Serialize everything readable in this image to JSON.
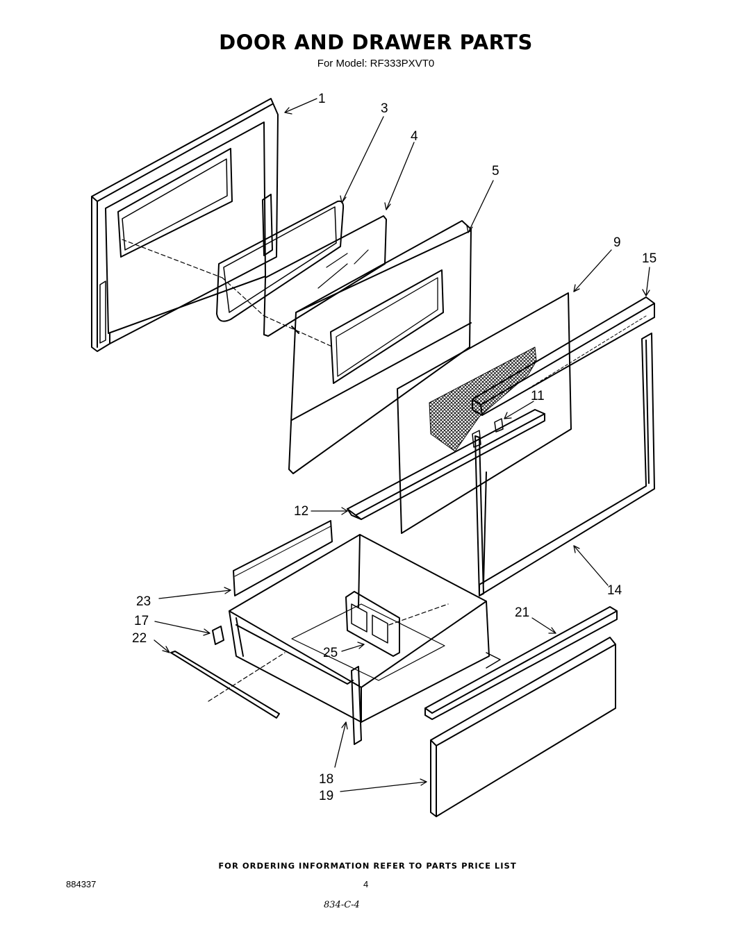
{
  "title": "DOOR AND DRAWER PARTS",
  "subtitle": "For Model: RF333PXVT0",
  "callouts": [
    {
      "id": "1",
      "label": "1"
    },
    {
      "id": "3",
      "label": "3"
    },
    {
      "id": "4",
      "label": "4"
    },
    {
      "id": "5",
      "label": "5"
    },
    {
      "id": "9",
      "label": "9"
    },
    {
      "id": "15",
      "label": "15"
    },
    {
      "id": "11",
      "label": "11"
    },
    {
      "id": "12",
      "label": "12"
    },
    {
      "id": "14",
      "label": "14"
    },
    {
      "id": "23",
      "label": "23"
    },
    {
      "id": "17",
      "label": "17"
    },
    {
      "id": "22",
      "label": "22"
    },
    {
      "id": "21",
      "label": "21"
    },
    {
      "id": "25",
      "label": "25"
    },
    {
      "id": "18",
      "label": "18"
    },
    {
      "id": "19",
      "label": "19"
    }
  ],
  "footer": "FOR ORDERING INFORMATION REFER TO PARTS PRICE LIST",
  "document_number": "884337",
  "page_number": "4",
  "handwritten_note": "834-C-4"
}
